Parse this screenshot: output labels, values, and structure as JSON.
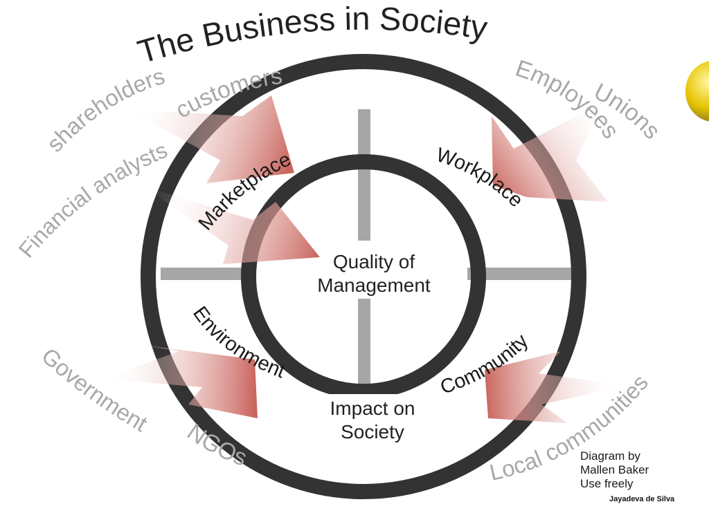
{
  "title": "The Business in Society",
  "center": {
    "line1": "Quality of",
    "line2": "Management"
  },
  "bottom": {
    "line1": "Impact on",
    "line2": "Society"
  },
  "quadrants": {
    "marketplace": "Marketplace",
    "workplace": "Workplace",
    "environment": "Environment",
    "community": "Community"
  },
  "stakeholders": {
    "shareholders": "shareholders",
    "customers": "customers",
    "financial_analysts": "Financial analysts",
    "employees": "Employees",
    "unions": "Unions",
    "government": "Government",
    "ngos": "NGOs",
    "local_communities": "Local communities"
  },
  "credit": {
    "line1": "Diagram by",
    "line2": "Mallen Baker",
    "line3": "Use freely"
  },
  "author": "Jayadeva de Silva",
  "colors": {
    "ring": "#333333",
    "cross": "#a6a6a6",
    "arrow": "#c9645c",
    "label": "#a8a8a8",
    "text": "#222222"
  }
}
